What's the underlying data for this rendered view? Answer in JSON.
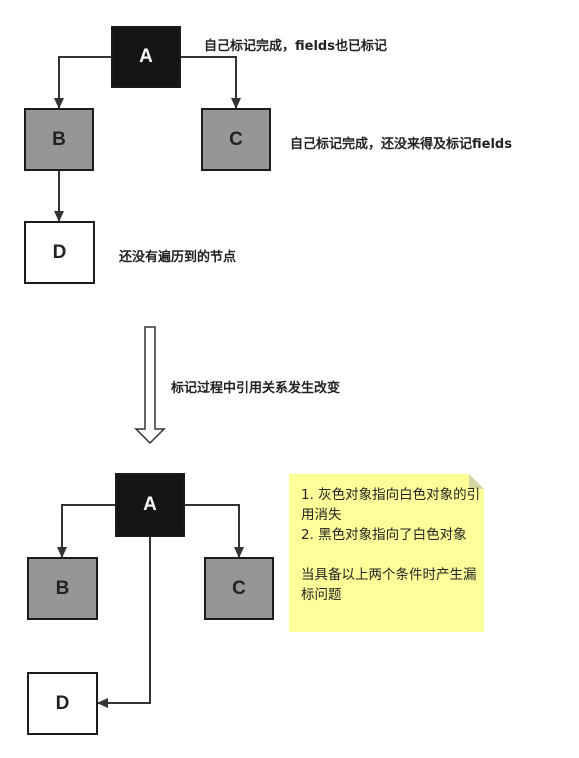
{
  "colors": {
    "black_node": "#151515",
    "grey_node": "#969696",
    "white_node": "#ffffff",
    "note_fill": "#ffff99",
    "edge": "#333333"
  },
  "top": {
    "nodes": {
      "a": "A",
      "b": "B",
      "c": "C",
      "d": "D"
    },
    "labels": {
      "a": "自己标记完成，fields也已标记",
      "c": "自己标记完成，还没来得及标记fields",
      "d": "还没有遍历到的节点"
    }
  },
  "transition": {
    "label": "标记过程中引用关系发生改变"
  },
  "bottom": {
    "nodes": {
      "a": "A",
      "b": "B",
      "c": "C",
      "d": "D"
    }
  },
  "note": {
    "text": "1. 灰色对象指向白色对象的引用消失\n2. 黑色对象指向了白色对象\n\n当具备以上两个条件时产生漏标问题"
  }
}
